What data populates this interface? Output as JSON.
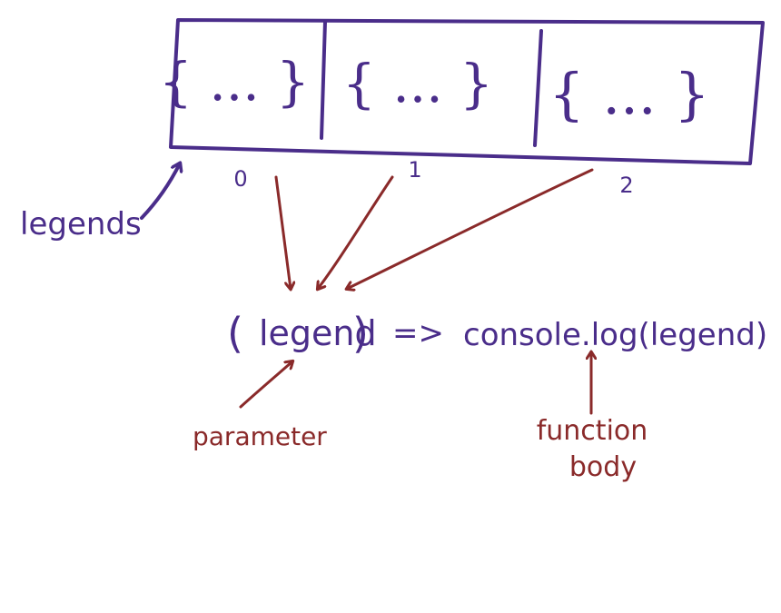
{
  "colors": {
    "array_ink": "#4a2d8a",
    "annotation_ink": "#8a2a2a",
    "background": "#ffffff"
  },
  "array": {
    "cells": [
      {
        "index": "0",
        "content": "{ ... }"
      },
      {
        "index": "1",
        "content": "{ ... }"
      },
      {
        "index": "2",
        "content": "{ ... }"
      }
    ],
    "label": "legends"
  },
  "arrow_function": {
    "open_paren": "(",
    "parameter": "legend",
    "close_paren": ")",
    "arrow": "=>",
    "body": "console.log(legend)"
  },
  "annotations": {
    "parameter_label": "parameter",
    "body_label_line1": "function",
    "body_label_line2": "body"
  }
}
